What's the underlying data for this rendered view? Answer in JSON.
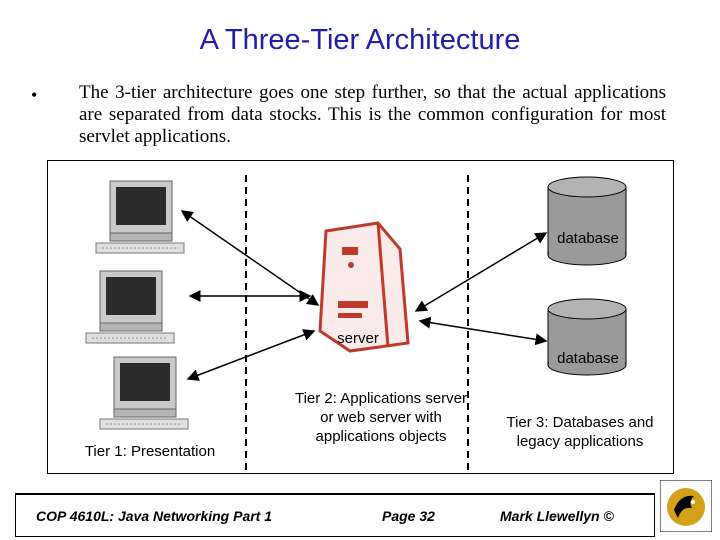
{
  "title": "A Three-Tier Architecture",
  "bullet_symbol": "•",
  "paragraph": "The 3-tier architecture goes one step further, so that the actual applications are separated from data stocks.  This is the common configuration for most servlet applications.",
  "diagram": {
    "server_label": "server",
    "database_top_label": "database",
    "database_bottom_label": "database",
    "tier1_label": "Tier 1: Presentation",
    "tier2_label": "Tier 2: Applications server or web server with applications objects",
    "tier3_label": "Tier 3: Databases and legacy applications"
  },
  "footer": {
    "course": "COP 4610L: Java Networking Part 1",
    "page": "Page 32",
    "author": "Mark Llewellyn ©"
  },
  "colors": {
    "title": "#1f1fa8",
    "server_red": "#c0392b",
    "database_gray": "#9a9a9a",
    "logo_gold": "#d4a017"
  }
}
